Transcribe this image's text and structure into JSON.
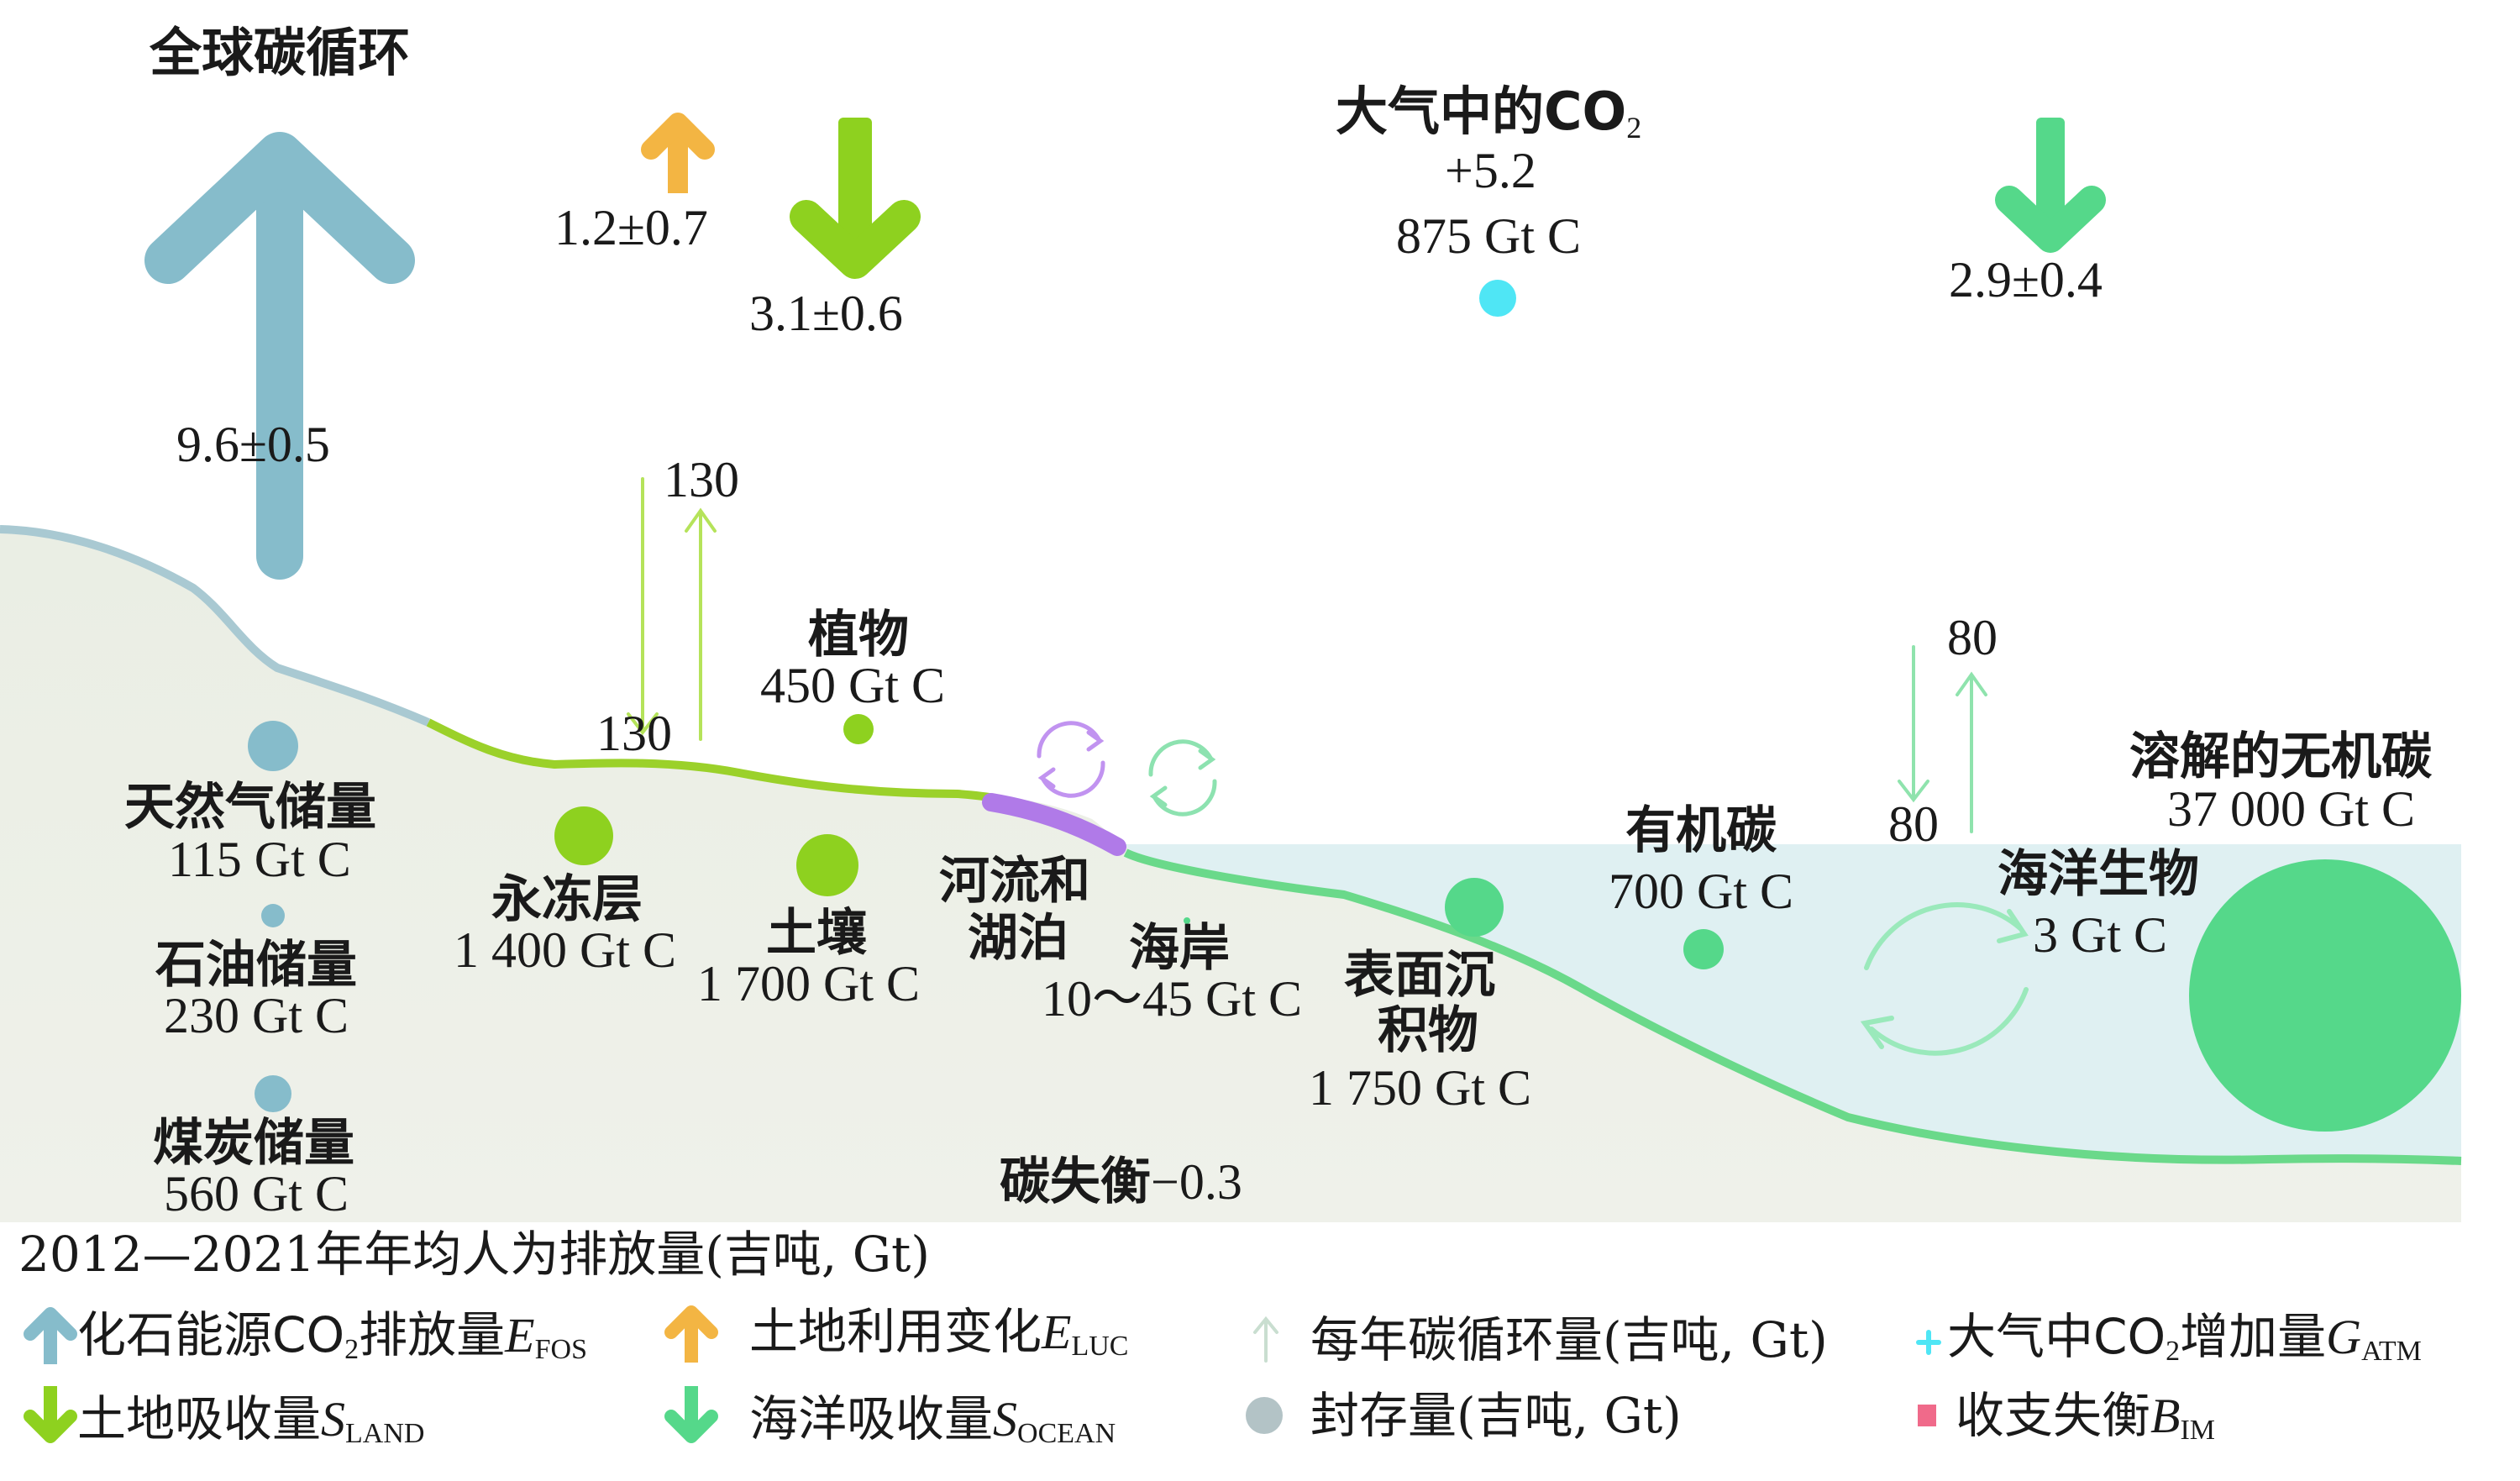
{
  "title": "全球碳循环",
  "colors": {
    "fossil": "#86bccb",
    "luc": "#f3b543",
    "land": "#8ed11f",
    "ocean": "#55d88a",
    "atm": "#4fe6f5",
    "river": "#b07ae8",
    "imbalance": "#f06a8a"
  },
  "fluxes": {
    "fossil": {
      "value": "9.6±0.5"
    },
    "luc": {
      "value": "1.2±0.7"
    },
    "land": {
      "value": "3.1±0.6"
    },
    "ocean": {
      "value": "2.9±0.4"
    },
    "land_exchange_down": "130",
    "land_exchange_up": "130",
    "ocean_exchange_down": "80",
    "ocean_exchange_up": "80"
  },
  "atmosphere": {
    "label": "大气中的CO",
    "sub": "2",
    "growth": "+5.2",
    "stock": "875 Gt C"
  },
  "stocks": {
    "gas": {
      "name": "天然气储量",
      "value": "115 Gt C"
    },
    "oil": {
      "name": "石油储量",
      "value": "230 Gt C"
    },
    "coal": {
      "name": "煤炭储量",
      "value": "560 Gt C"
    },
    "permafrost": {
      "name": "永冻层",
      "value": "1 400 Gt C"
    },
    "vegetation": {
      "name": "植物",
      "value": "450 Gt C"
    },
    "soil": {
      "name": "土壤",
      "value": "1 700 Gt C"
    },
    "rivers": {
      "name_line1": "河流和",
      "name_line2": "湖泊"
    },
    "coast": {
      "name": "海岸",
      "value": "10～45 Gt C"
    },
    "sediments": {
      "name_line1": "表面沉",
      "name_line2": "积物",
      "value": "1 750 Gt C"
    },
    "organic": {
      "name": "有机碳",
      "value": "700 Gt C"
    },
    "marine_biota": {
      "name": "海洋生物",
      "value": "3 Gt C"
    },
    "dic": {
      "name": "溶解的无机碳",
      "value": "37 000 Gt C"
    }
  },
  "imbalance": {
    "label": "碳失衡",
    "value": "−0.3"
  },
  "legend": {
    "heading": "2012—2021年年均人为排放量(吉吨, Gt)",
    "fossil_a": "化石能源CO",
    "fossil_sub2": "2",
    "fossil_b": "排放量",
    "fossil_sym": "E",
    "fossil_symsub": "FOS",
    "luc_a": "土地利用变化",
    "luc_sym": "E",
    "luc_symsub": "LUC",
    "cycle_label": "每年碳循环量(吉吨, Gt)",
    "atm_a": "大气中CO",
    "atm_sub2": "2",
    "atm_b": "增加量",
    "atm_sym": "G",
    "atm_symsub": "ATM",
    "land_a": "土地吸收量",
    "land_sym": "S",
    "land_symsub": "LAND",
    "ocean_a": "海洋吸收量",
    "ocean_sym": "S",
    "ocean_symsub": "OCEAN",
    "stock_label": "封存量(吉吨, Gt)",
    "imb_a": "收支失衡",
    "imb_sym": "B",
    "imb_symsub": "IM"
  }
}
